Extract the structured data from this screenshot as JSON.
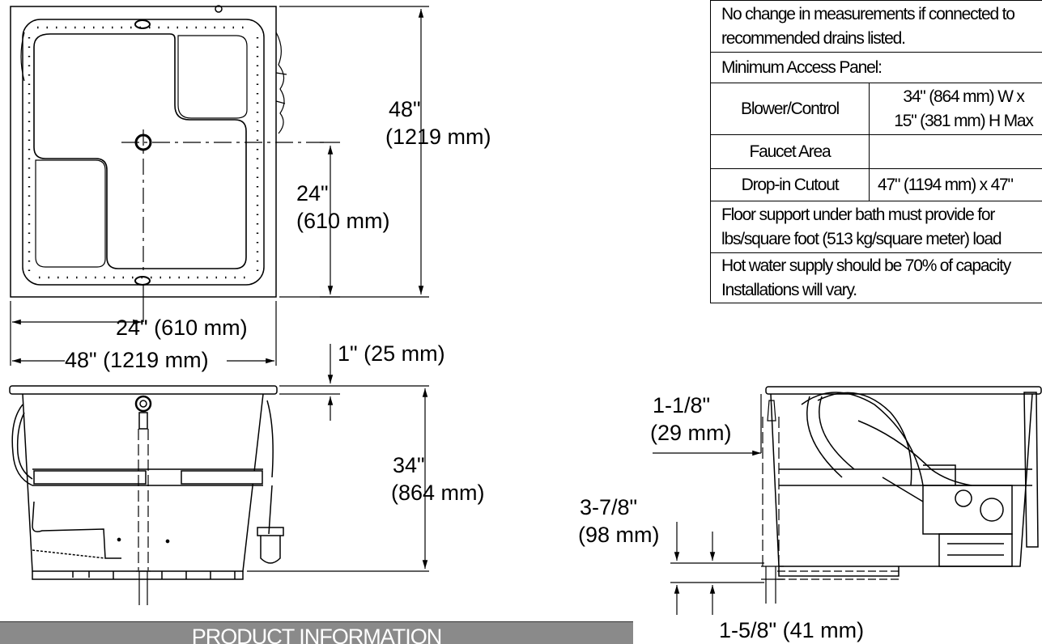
{
  "dimensions": {
    "top_width": "48\" (1219 mm)",
    "top_depth_in": "48\"",
    "top_depth_mm": "(1219 mm)",
    "drain_from_bottom_in": "24\"",
    "drain_from_bottom_mm": "(610 mm)",
    "drain_from_left": "24\" (610 mm)",
    "rim_thickness": "1\" (25 mm)",
    "height_in": "34\"",
    "height_mm": "(864 mm)",
    "side_rim_in": "1-1/8\"",
    "side_rim_mm": "(29 mm)",
    "drain_height_in": "3-7/8\"",
    "drain_height_mm": "(98 mm)",
    "drain_base": "1-5/8\" (41 mm)"
  },
  "spec_table": {
    "row1_line1": "No change in measurements if connected to",
    "row1_line2": "recommended drains listed.",
    "row2": "Minimum Access Panel:",
    "blower_label": "Blower/Control",
    "blower_line1": "34\" (864 mm) W x",
    "blower_line2": "15\" (381 mm) H Max",
    "faucet_label": "Faucet Area",
    "faucet_value": "",
    "cutout_label": "Drop-in Cutout",
    "cutout_value": "47\" (1194 mm) x 47\"",
    "floor_line1": "Floor support under bath must provide for",
    "floor_line2": "lbs/square foot (513 kg/square meter) load",
    "hot_line1": "Hot water supply should be 70% of capacity",
    "hot_line2": "Installations will vary."
  },
  "banner": {
    "title": "PRODUCT INFORMATION"
  },
  "colors": {
    "line": "#000000",
    "banner": "#8a8a8a"
  }
}
